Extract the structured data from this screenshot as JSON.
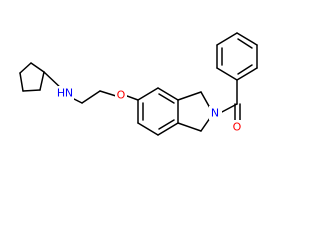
{
  "molecule": {
    "atom_labels": {
      "amine_nitrogen": "H",
      "amine_n_symbol": "N",
      "ether_oxygen": "O",
      "ring_nitrogen": "N",
      "carbonyl_oxygen": "O"
    },
    "colors": {
      "bond": "#000000",
      "nitrogen": "#0000ff",
      "oxygen": "#ff0000",
      "background": "#ffffff"
    }
  }
}
